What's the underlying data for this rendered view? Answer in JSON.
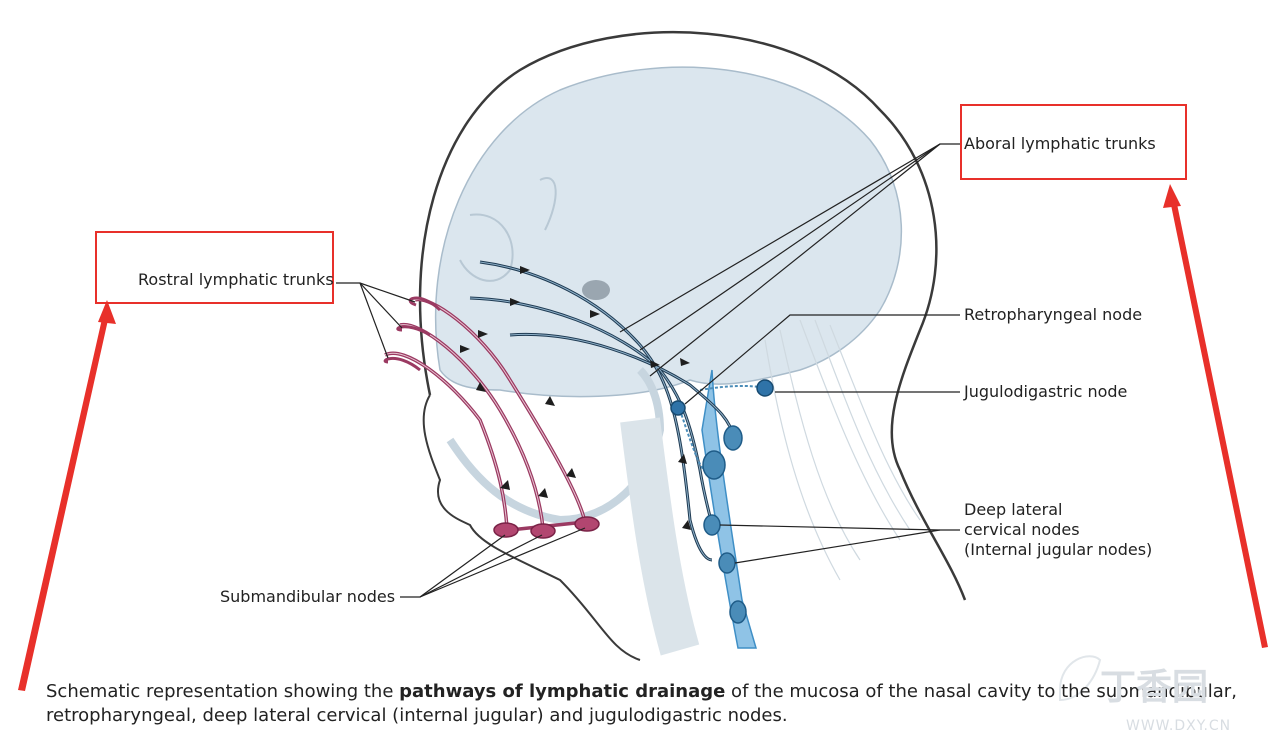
{
  "labels": {
    "rostral": "Rostral lymphatic trunks",
    "aboral": "Aboral lymphatic trunks",
    "retropharyngeal": "Retropharyngeal node",
    "jugulodigastric": "Jugulodigastric node",
    "deep_lateral_line1": "Deep lateral",
    "deep_lateral_line2": "cervical nodes",
    "deep_lateral_line3": "(Internal jugular nodes)",
    "submandibular": "Submandibular nodes"
  },
  "caption": {
    "before": "Schematic representation showing the ",
    "bold": "pathways of lymphatic drainage",
    "after": " of the mucosa of the nasal cavity to the submandibular, retropharyngeal, deep lateral cervical (internal jugular) and jugulodigastric nodes."
  },
  "watermark": {
    "brand": "丁香园",
    "url": "WWW.DXY.CN"
  },
  "colors": {
    "highlight_red": "#e8302a",
    "skull_fill": "#dbe6ee",
    "rostral_vessel": "#9b3a62",
    "aboral_vessel": "#1e3a52",
    "node_blue": "#4a8cb8",
    "jugular_vein": "#8fc3e6"
  }
}
